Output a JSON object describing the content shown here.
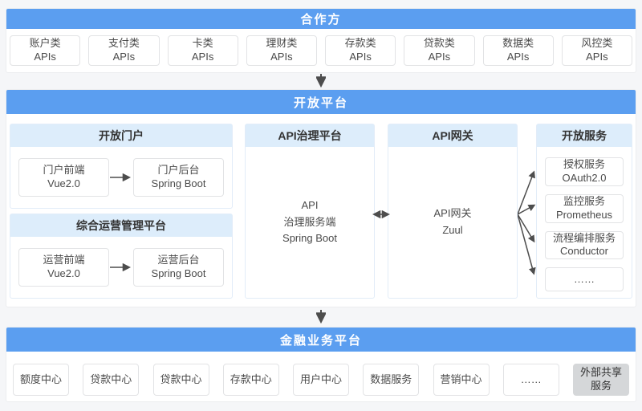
{
  "partners": {
    "title": "合作方",
    "apis": [
      "账户类\nAPIs",
      "支付类\nAPIs",
      "卡类\nAPIs",
      "理财类\nAPIs",
      "存款类\nAPIs",
      "贷款类\nAPIs",
      "数据类\nAPIs",
      "风控类\nAPIs"
    ]
  },
  "open_platform": {
    "title": "开放平台",
    "portal": {
      "title": "开放门户",
      "frontend": "门户前端\nVue2.0",
      "backend": "门户后台\nSpring Boot"
    },
    "ops": {
      "title": "综合运营管理平台",
      "frontend": "运营前端\nVue2.0",
      "backend": "运营后台\nSpring Boot"
    },
    "governance": {
      "title": "API治理平台",
      "body": "API\n治理服务端\nSpring Boot"
    },
    "gateway": {
      "title": "API网关",
      "body": "API网关\nZuul"
    },
    "services": {
      "title": "开放服务",
      "items": [
        "授权服务\nOAuth2.0",
        "监控服务\nPrometheus",
        "流程编排服务\nConductor",
        "……"
      ]
    }
  },
  "finance": {
    "title": "金融业务平台",
    "centers": [
      "额度中心",
      "贷款中心",
      "贷款中心",
      "存款中心",
      "用户中心",
      "数据服务",
      "营销中心",
      "……",
      "外部共享\n服务"
    ]
  },
  "colors": {
    "header_blue": "#5b9ef0",
    "panel_header_blue": "#ddedfb",
    "gray_box": "#d5d7d9",
    "arrow": "#4d4d4d"
  }
}
